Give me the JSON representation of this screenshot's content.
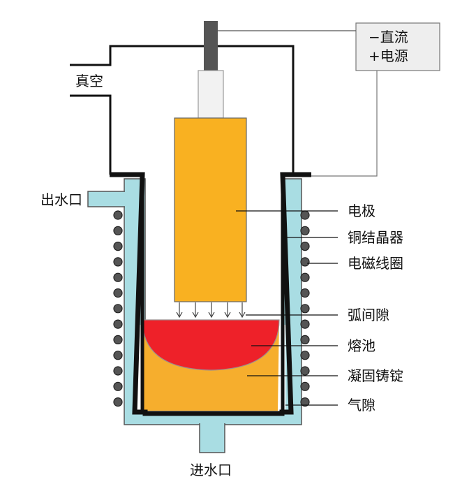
{
  "labels": {
    "power_line1": "−直流",
    "power_line2": "+电源",
    "vacuum": "真空",
    "water_out": "出水口",
    "water_in": "进水口",
    "electrode": "电极",
    "copper_crucible": "铜结晶器",
    "em_coil": "电磁线圈",
    "arc_gap": "弧间隙",
    "molten_pool": "熔池",
    "ingot": "凝固铸锭",
    "air_gap": "气隙"
  },
  "colors": {
    "electrode": "#F9B121",
    "ingot": "#F6AE2D",
    "molten_pool": "#EE2129",
    "cooling_water": "#A9DDE3",
    "crucible_wall": "#111111",
    "coil": "#555555",
    "stem": "#555555",
    "connector": "#F2F2F2",
    "power_box": "#EEEEEE"
  }
}
